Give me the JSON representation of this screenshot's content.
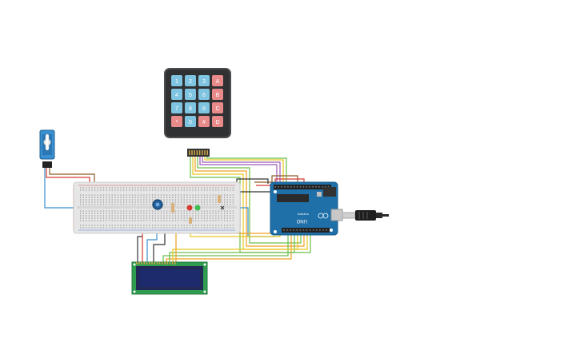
{
  "keypad": {
    "keys": [
      {
        "label": "1",
        "color": "#7fc4e0"
      },
      {
        "label": "2",
        "color": "#7fc4e0"
      },
      {
        "label": "3",
        "color": "#7fc4e0"
      },
      {
        "label": "A",
        "color": "#e88a8a"
      },
      {
        "label": "4",
        "color": "#7fc4e0"
      },
      {
        "label": "5",
        "color": "#7fc4e0"
      },
      {
        "label": "6",
        "color": "#7fc4e0"
      },
      {
        "label": "B",
        "color": "#e88a8a"
      },
      {
        "label": "7",
        "color": "#7fc4e0"
      },
      {
        "label": "8",
        "color": "#7fc4e0"
      },
      {
        "label": "9",
        "color": "#7fc4e0"
      },
      {
        "label": "C",
        "color": "#e88a8a"
      },
      {
        "label": "*",
        "color": "#e88a8a"
      },
      {
        "label": "0",
        "color": "#7fc4e0"
      },
      {
        "label": "#",
        "color": "#e88a8a"
      },
      {
        "label": "D",
        "color": "#e88a8a"
      }
    ]
  },
  "arduino": {
    "board_text": "UNO",
    "brand_text": "Arduino"
  },
  "colors": {
    "wire_red": "#d63b2f",
    "wire_black": "#333333",
    "wire_blue": "#3a8fd0",
    "wire_green": "#6cbf4a",
    "wire_orange": "#f0a020",
    "wire_purple": "#9b59b6",
    "wire_yellow": "#e6c81e",
    "wire_brown": "#8b5a2b",
    "arduino_blue": "#1f6fa8",
    "lcd_green": "#2e9d4f",
    "lcd_screen": "#1d2a6b"
  }
}
